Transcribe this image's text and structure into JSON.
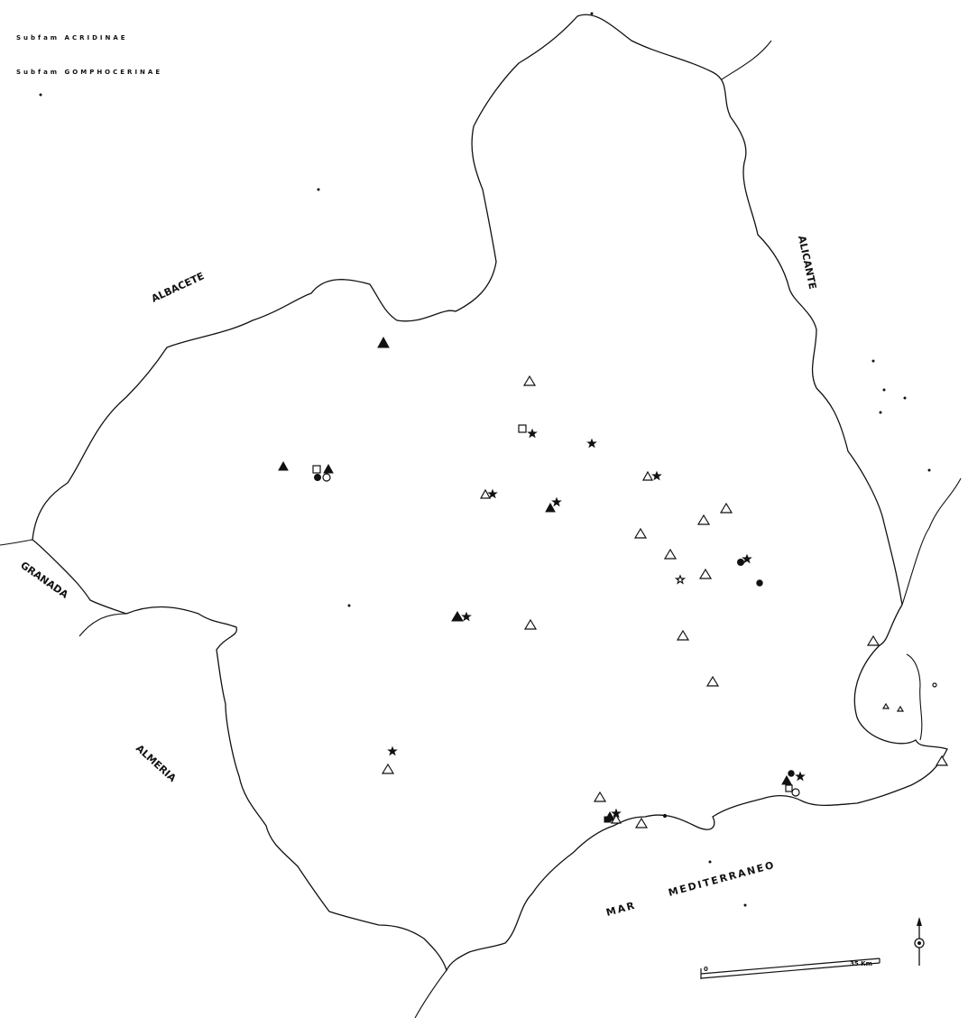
{
  "legend": {
    "line1": "Subfam ACRIDINAE",
    "line2": "Subfam GOMPHOCERINAE"
  },
  "regions": {
    "albacete": "ALBACETE",
    "alicante": "ALICANTE",
    "granada": "GRANADA",
    "almeria": "ALMERIA"
  },
  "sea": {
    "word1": "MAR",
    "word2": "MEDITERRANEO"
  },
  "scale": {
    "start": "0",
    "end": "35 Km"
  },
  "colors": {
    "ink": "#111111",
    "paper": "#ffffff"
  }
}
